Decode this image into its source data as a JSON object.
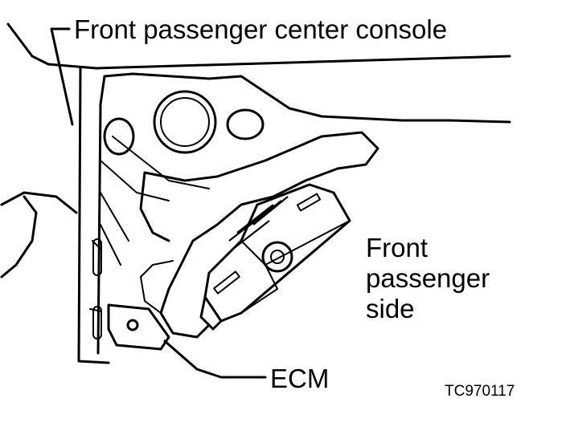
{
  "figure": {
    "labels": {
      "console": "Front passenger center console",
      "side_line1": "Front",
      "side_line2": "passenger",
      "side_line3": "side",
      "ecm": "ECM",
      "code": "TC970117"
    },
    "colors": {
      "ink": "#000000",
      "paper": "#ffffff"
    }
  }
}
